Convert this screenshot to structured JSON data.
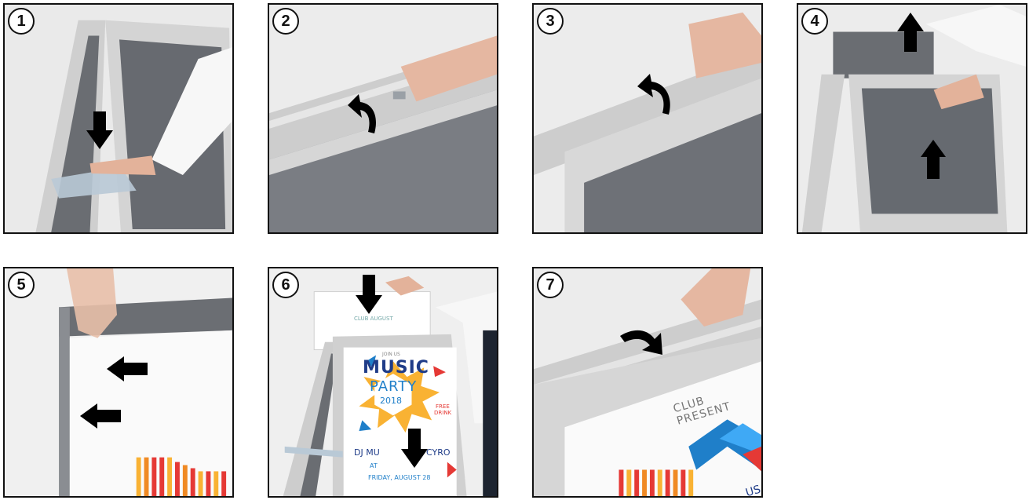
{
  "steps": [
    {
      "number": "1"
    },
    {
      "number": "2"
    },
    {
      "number": "3"
    },
    {
      "number": "4"
    },
    {
      "number": "5"
    },
    {
      "number": "6"
    },
    {
      "number": "7"
    }
  ],
  "poster_6": {
    "top_small": "CLUB AUGUST",
    "join": "JOIN US",
    "music": "MUSIC",
    "party": "PARTY",
    "year": "2018",
    "free": "FREE",
    "drink": "DRINK",
    "dj": "DJ MU",
    "dj2": "CYRO",
    "at": "AT",
    "date": "FRIDAY, AUGUST 28"
  },
  "poster_7": {
    "title": "CLUB PRESENT",
    "partial": "US"
  },
  "colors": {
    "frame": "#c9c9c9",
    "board": "#6b6e73",
    "border": "#111111",
    "arrow": "#000000",
    "poster_blue": "#1f7fc9",
    "poster_red": "#e53935",
    "poster_yellow": "#f9b233"
  }
}
